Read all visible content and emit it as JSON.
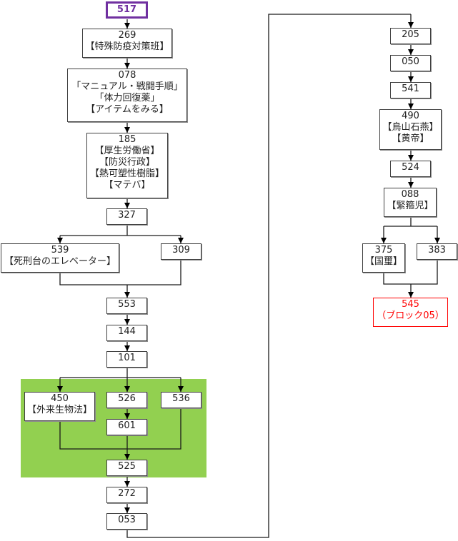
{
  "diagram": {
    "colors": {
      "start_border": "#7030a0",
      "end_border": "#ff0000",
      "group_fill": "#92d050",
      "node_border": "#404040",
      "connector": "#1a1a1a"
    },
    "nodes": {
      "n517": {
        "lines": [
          "517"
        ],
        "kind": "start"
      },
      "n269": {
        "lines": [
          "269",
          "【特殊防疫対策班】"
        ]
      },
      "n078": {
        "lines": [
          "078",
          "「マニュアル・戦闘手順」",
          "「体力回復薬」",
          "【アイテムをみる】"
        ]
      },
      "n185": {
        "lines": [
          "185",
          "【厚生労働省】",
          "【防災行政】",
          "【熱可塑性樹脂】",
          "【マテバ】"
        ]
      },
      "n327": {
        "lines": [
          "327"
        ]
      },
      "n539": {
        "lines": [
          "539",
          "【死刑台のエレベーター】"
        ]
      },
      "n309": {
        "lines": [
          "309"
        ]
      },
      "n553": {
        "lines": [
          "553"
        ]
      },
      "n144": {
        "lines": [
          "144"
        ]
      },
      "n101": {
        "lines": [
          "101"
        ]
      },
      "n450": {
        "lines": [
          "450",
          "【外来生物法】"
        ]
      },
      "n526": {
        "lines": [
          "526"
        ]
      },
      "n536": {
        "lines": [
          "536"
        ]
      },
      "n601": {
        "lines": [
          "601"
        ]
      },
      "n525": {
        "lines": [
          "525"
        ]
      },
      "n272": {
        "lines": [
          "272"
        ]
      },
      "n053": {
        "lines": [
          "053"
        ]
      },
      "n205": {
        "lines": [
          "205"
        ]
      },
      "n050": {
        "lines": [
          "050"
        ]
      },
      "n541": {
        "lines": [
          "541"
        ]
      },
      "n490": {
        "lines": [
          "490",
          "【鳥山石燕】",
          "【黄帝】"
        ]
      },
      "n524": {
        "lines": [
          "524"
        ]
      },
      "n088": {
        "lines": [
          "088",
          "【緊箍児】"
        ]
      },
      "n375": {
        "lines": [
          "375",
          "【国璽】"
        ]
      },
      "n383": {
        "lines": [
          "383"
        ]
      },
      "n545": {
        "lines": [
          "545",
          "（ブロック05）"
        ],
        "kind": "end"
      }
    },
    "edges": [
      [
        "n517",
        "n269"
      ],
      [
        "n269",
        "n078"
      ],
      [
        "n078",
        "n185"
      ],
      [
        "n185",
        "n327"
      ],
      [
        "n327",
        "n539"
      ],
      [
        "n327",
        "n309"
      ],
      [
        "n539",
        "n553"
      ],
      [
        "n309",
        "n553"
      ],
      [
        "n553",
        "n144"
      ],
      [
        "n144",
        "n101"
      ],
      [
        "n101",
        "n450"
      ],
      [
        "n101",
        "n526"
      ],
      [
        "n101",
        "n536"
      ],
      [
        "n526",
        "n601"
      ],
      [
        "n450",
        "n525"
      ],
      [
        "n601",
        "n525"
      ],
      [
        "n536",
        "n525"
      ],
      [
        "n525",
        "n272"
      ],
      [
        "n272",
        "n053"
      ],
      [
        "n053",
        "n205"
      ],
      [
        "n205",
        "n050"
      ],
      [
        "n050",
        "n541"
      ],
      [
        "n541",
        "n490"
      ],
      [
        "n490",
        "n524"
      ],
      [
        "n524",
        "n088"
      ],
      [
        "n088",
        "n375"
      ],
      [
        "n088",
        "n383"
      ],
      [
        "n375",
        "n545"
      ],
      [
        "n383",
        "n545"
      ]
    ]
  }
}
